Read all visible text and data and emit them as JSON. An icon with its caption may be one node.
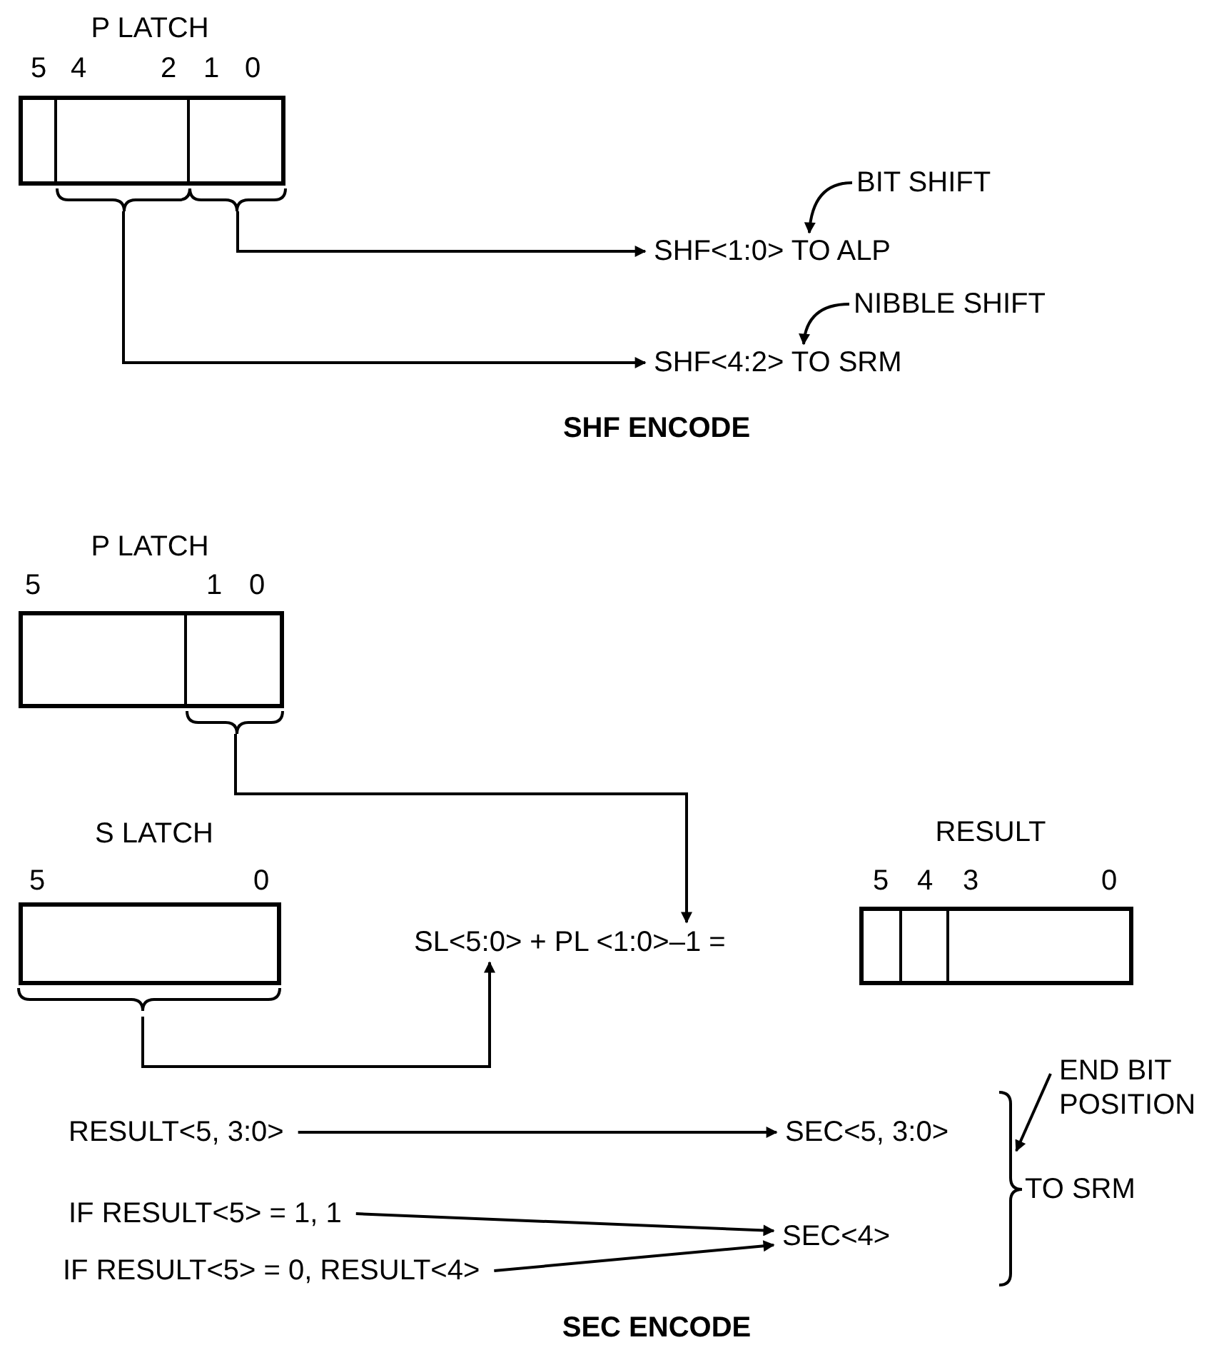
{
  "diagram": {
    "nodes": [
      {
        "text": [
          "P LATCH"
        ],
        "beside": [
          "5",
          "4",
          "2",
          "1",
          "0"
        ]
      },
      {
        "text": [],
        "shape": "box",
        "in": 0
      },
      {
        "text": [],
        "shape": "box",
        "in": 0
      },
      {
        "text": [],
        "shape": "box",
        "in": 0
      },
      {
        "text": [
          "SHF<1:0> TO ALP"
        ]
      },
      {
        "text": [
          "SHF<4:2> TO SRM"
        ]
      },
      {
        "text": [
          "BIT SHIFT"
        ]
      },
      {
        "text": [
          "NIBBLE SHIFT"
        ]
      },
      {
        "text": [
          "P LATCH"
        ],
        "beside": [
          "5",
          "1",
          "0"
        ]
      },
      {
        "text": [],
        "shape": "box",
        "in": 8
      },
      {
        "text": [],
        "shape": "box",
        "in": 8
      },
      {
        "text": [
          "S LATCH"
        ],
        "beside": [
          "5",
          "0"
        ]
      },
      {
        "text": [
          "SL<5:0> + PL <1:0>–1 ="
        ]
      },
      {
        "text": [
          "RESULT"
        ],
        "beside": [
          "5",
          "4",
          "3",
          "0"
        ]
      },
      {
        "text": [],
        "shape": "box",
        "in": 13
      },
      {
        "text": [],
        "shape": "box",
        "in": 13
      },
      {
        "text": [],
        "shape": "box",
        "in": 13
      },
      {
        "text": [
          "RESULT<5, 3:0>"
        ]
      },
      {
        "text": [
          "SEC<5, 3:0>"
        ]
      },
      {
        "text": [
          "IF RESULT<5> = 1, 1"
        ]
      },
      {
        "text": [
          "IF RESULT<5> = 0, RESULT<4>"
        ]
      },
      {
        "text": [
          "SEC<4>"
        ]
      },
      {
        "text": [
          "END BIT POSITION"
        ]
      }
    ],
    "edges": [
      {
        "from": 3,
        "to": 4,
        "arrow": "to"
      },
      {
        "from": 2,
        "to": 5,
        "arrow": "to"
      },
      {
        "from": 6,
        "to": 4,
        "arrow": "to"
      },
      {
        "from": 7,
        "to": 5,
        "arrow": "to"
      },
      {
        "from": 10,
        "to": 12,
        "arrow": "to"
      },
      {
        "from": 11,
        "to": 12,
        "arrow": "to"
      },
      {
        "from": 17,
        "to": 18,
        "arrow": "to"
      },
      {
        "from": 19,
        "to": 21,
        "arrow": "to"
      },
      {
        "from": 20,
        "to": 21,
        "arrow": "to"
      },
      {
        "from": 22,
        "to": null,
        "arrow": "to"
      }
    ],
    "labels": [
      "SHF ENCODE",
      "TO SRM",
      "SEC ENCODE"
    ]
  }
}
